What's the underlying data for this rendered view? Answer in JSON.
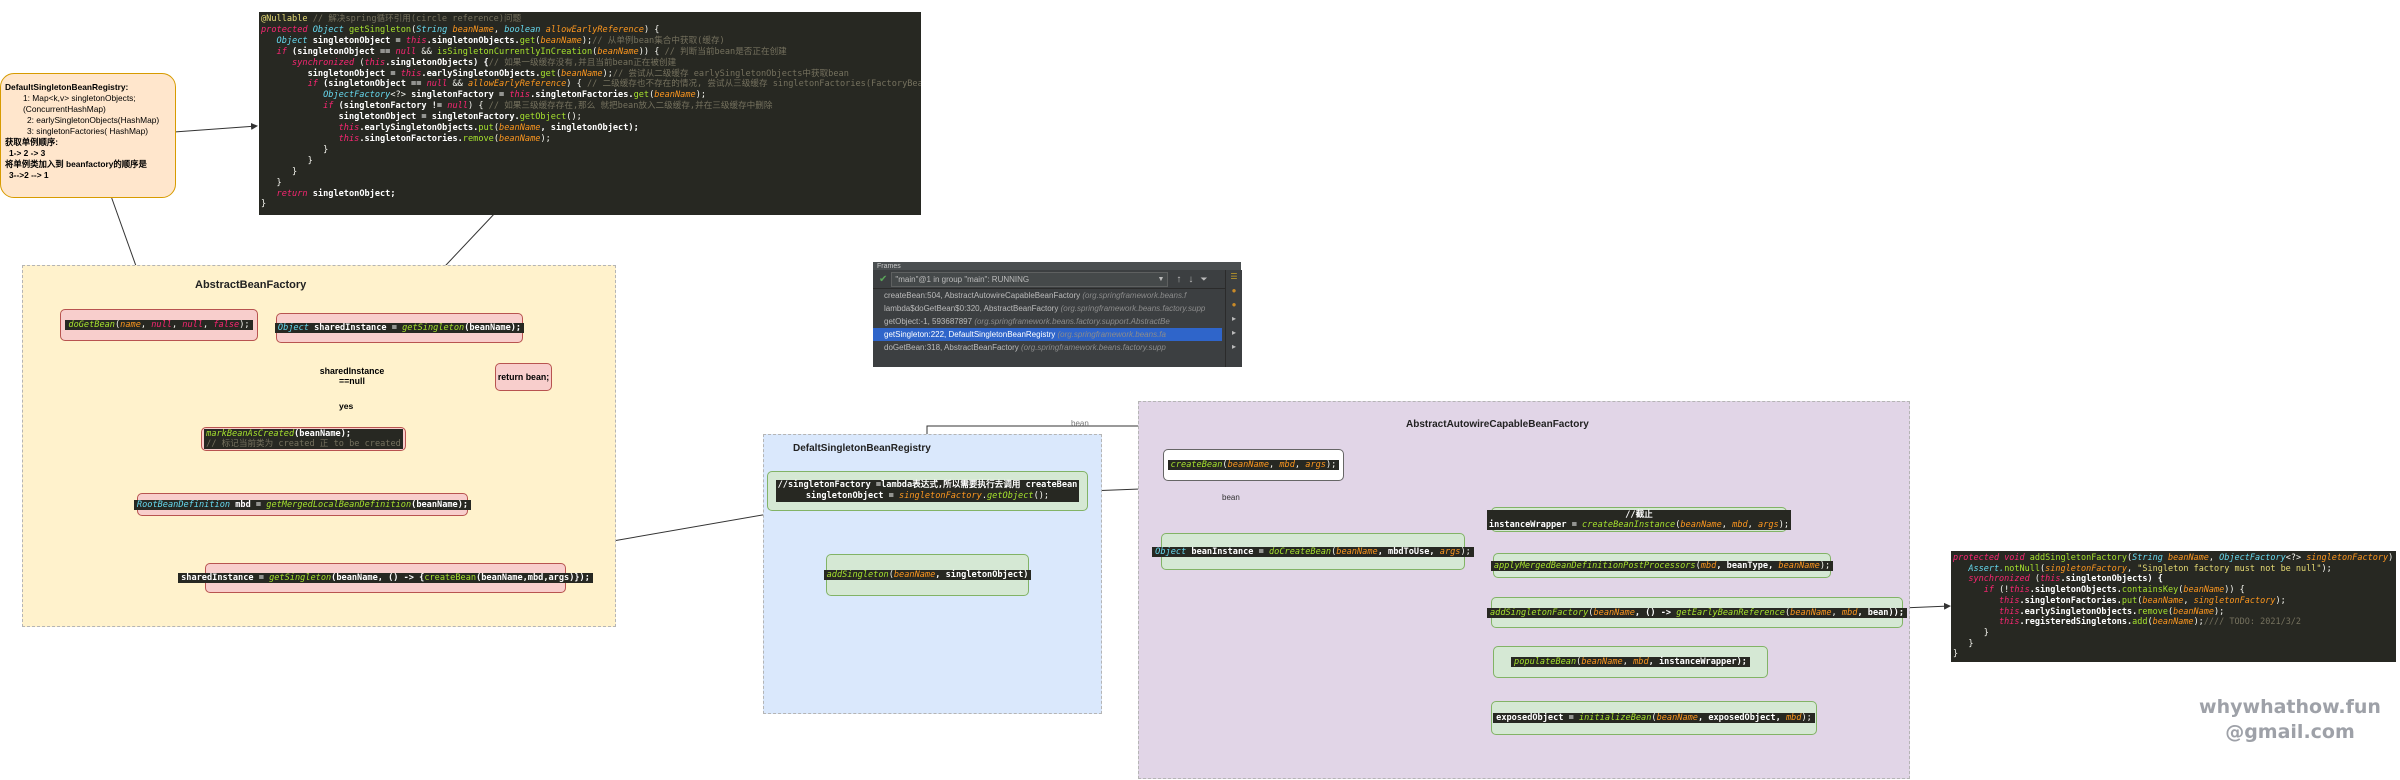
{
  "colors": {
    "code_bg": "#272822",
    "region_abstract_bean_factory": "#fff2cc",
    "region_default_singleton": "#dae8fc",
    "region_autowire": "#e1d5e7",
    "node_green": "#d5e8d4",
    "node_pink": "#f8cecc",
    "note_orange": "#ffe6cc",
    "debugger_bg": "#3c3f41",
    "debugger_selected": "#2f65ca"
  },
  "top_code": {
    "lines": [
      [
        {
          "t": "@Nullable",
          "c": "an"
        },
        {
          "t": " // 解决spring循环引用(circle reference)问题",
          "c": "cm"
        }
      ],
      [
        {
          "t": "protected ",
          "c": "kw"
        },
        {
          "t": "Object ",
          "c": "ty"
        },
        {
          "t": "getSingleton",
          "c": "fn"
        },
        {
          "t": "(",
          "c": ""
        },
        {
          "t": "String ",
          "c": "ty"
        },
        {
          "t": "beanName",
          "c": "pa"
        },
        {
          "t": ", ",
          "c": ""
        },
        {
          "t": "boolean ",
          "c": "ty"
        },
        {
          "t": "allowEarlyReference",
          "c": "pa"
        },
        {
          "t": ") {",
          "c": ""
        }
      ],
      [
        {
          "t": "   Object ",
          "c": "ty"
        },
        {
          "t": "singletonObject = ",
          "c": "wb"
        },
        {
          "t": "this",
          "c": "kw"
        },
        {
          "t": ".singletonObjects.",
          "c": "wb"
        },
        {
          "t": "get",
          "c": "fn"
        },
        {
          "t": "(",
          "c": ""
        },
        {
          "t": "beanName",
          "c": "pa"
        },
        {
          "t": ");",
          "c": ""
        },
        {
          "t": "// 从单例bean集合中获取(缓存)",
          "c": "cm"
        }
      ],
      [
        {
          "t": "   if ",
          "c": "kw"
        },
        {
          "t": "(singletonObject == ",
          "c": "wb"
        },
        {
          "t": "null",
          "c": "kw"
        },
        {
          "t": " && ",
          "c": ""
        },
        {
          "t": "isSingletonCurrentlyInCreation",
          "c": "fn"
        },
        {
          "t": "(",
          "c": ""
        },
        {
          "t": "beanName",
          "c": "pa"
        },
        {
          "t": ")) { ",
          "c": ""
        },
        {
          "t": "// 判断当前bean是否正在创建",
          "c": "cm"
        }
      ],
      [
        {
          "t": "      synchronized ",
          "c": "kw"
        },
        {
          "t": "(",
          "c": ""
        },
        {
          "t": "this",
          "c": "kw"
        },
        {
          "t": ".singletonObjects) {",
          "c": "wb"
        },
        {
          "t": "// 如果一级缓存没有,并且当前bean正在被创建",
          "c": "cm"
        }
      ],
      [
        {
          "t": "         singletonObject = ",
          "c": "wb"
        },
        {
          "t": "this",
          "c": "kw"
        },
        {
          "t": ".earlySingletonObjects.",
          "c": "wb"
        },
        {
          "t": "get",
          "c": "fn"
        },
        {
          "t": "(",
          "c": ""
        },
        {
          "t": "beanName",
          "c": "pa"
        },
        {
          "t": ");",
          "c": ""
        },
        {
          "t": "// 尝试从二级缓存 earlySingletonObjects中获取bean",
          "c": "cm"
        }
      ],
      [
        {
          "t": "         if ",
          "c": "kw"
        },
        {
          "t": "(singletonObject == ",
          "c": "wb"
        },
        {
          "t": "null",
          "c": "kw"
        },
        {
          "t": " && ",
          "c": ""
        },
        {
          "t": "allowEarlyReference",
          "c": "pa"
        },
        {
          "t": ") { ",
          "c": ""
        },
        {
          "t": "// 二级缓存也不存在的情况, 尝试从三级缓存 singletonFactories(FactoryBean)中获取",
          "c": "cm"
        }
      ],
      [
        {
          "t": "            ObjectFactory",
          "c": "ty"
        },
        {
          "t": "<?> ",
          "c": ""
        },
        {
          "t": "singletonFactory = ",
          "c": "wb"
        },
        {
          "t": "this",
          "c": "kw"
        },
        {
          "t": ".singletonFactories.",
          "c": "wb"
        },
        {
          "t": "get",
          "c": "fn"
        },
        {
          "t": "(",
          "c": ""
        },
        {
          "t": "beanName",
          "c": "pa"
        },
        {
          "t": ");",
          "c": ""
        }
      ],
      [
        {
          "t": "            if ",
          "c": "kw"
        },
        {
          "t": "(singletonFactory != ",
          "c": "wb"
        },
        {
          "t": "null",
          "c": "kw"
        },
        {
          "t": ") { ",
          "c": ""
        },
        {
          "t": "// 如果三级缓存存在,那么 就把bean放入二级缓存,并在三级缓存中删除",
          "c": "cm"
        }
      ],
      [
        {
          "t": "               singletonObject = singletonFactory.",
          "c": "wb"
        },
        {
          "t": "getObject",
          "c": "fn"
        },
        {
          "t": "();",
          "c": ""
        }
      ],
      [
        {
          "t": "               this",
          "c": "kw"
        },
        {
          "t": ".earlySingletonObjects.",
          "c": "wb"
        },
        {
          "t": "put",
          "c": "fn"
        },
        {
          "t": "(",
          "c": ""
        },
        {
          "t": "beanName",
          "c": "pa"
        },
        {
          "t": ", singletonObject);",
          "c": "wb"
        }
      ],
      [
        {
          "t": "               this",
          "c": "kw"
        },
        {
          "t": ".singletonFactories.",
          "c": "wb"
        },
        {
          "t": "remove",
          "c": "fn"
        },
        {
          "t": "(",
          "c": ""
        },
        {
          "t": "beanName",
          "c": "pa"
        },
        {
          "t": ");",
          "c": ""
        }
      ],
      [
        {
          "t": "            }",
          "c": ""
        }
      ],
      [
        {
          "t": "         }",
          "c": ""
        }
      ],
      [
        {
          "t": "      }",
          "c": ""
        }
      ],
      [
        {
          "t": "   }",
          "c": ""
        }
      ],
      [
        {
          "t": "   return ",
          "c": "kw"
        },
        {
          "t": "singletonObject;",
          "c": "wb"
        }
      ],
      [
        {
          "t": "}",
          "c": ""
        }
      ]
    ]
  },
  "right_code": {
    "lines": [
      [
        {
          "t": "protected ",
          "c": "kw"
        },
        {
          "t": "void ",
          "c": "kw"
        },
        {
          "t": "addSingletonFactory",
          "c": "fn"
        },
        {
          "t": "(",
          "c": ""
        },
        {
          "t": "String ",
          "c": "ty"
        },
        {
          "t": "beanName",
          "c": "pa"
        },
        {
          "t": ", ",
          "c": ""
        },
        {
          "t": "ObjectFactory",
          "c": "ty"
        },
        {
          "t": "<?> ",
          "c": ""
        },
        {
          "t": "singletonFactory",
          "c": "pa"
        },
        {
          "t": ") {",
          "c": ""
        }
      ],
      [
        {
          "t": "   Assert.",
          "c": "ty"
        },
        {
          "t": "notNull",
          "c": "fn"
        },
        {
          "t": "(",
          "c": ""
        },
        {
          "t": "singletonFactory",
          "c": "pa"
        },
        {
          "t": ", ",
          "c": ""
        },
        {
          "t": "\"Singleton factory must not be null\"",
          "c": "st"
        },
        {
          "t": ");",
          "c": ""
        }
      ],
      [
        {
          "t": "   synchronized ",
          "c": "kw"
        },
        {
          "t": "(",
          "c": ""
        },
        {
          "t": "this",
          "c": "kw"
        },
        {
          "t": ".singletonObjects) {",
          "c": "wb"
        }
      ],
      [
        {
          "t": "      if ",
          "c": "kw"
        },
        {
          "t": "(!",
          "c": ""
        },
        {
          "t": "this",
          "c": "kw"
        },
        {
          "t": ".singletonObjects.",
          "c": "wb"
        },
        {
          "t": "containsKey",
          "c": "fn"
        },
        {
          "t": "(",
          "c": ""
        },
        {
          "t": "beanName",
          "c": "pa"
        },
        {
          "t": ")) {",
          "c": ""
        }
      ],
      [
        {
          "t": "         this",
          "c": "kw"
        },
        {
          "t": ".singletonFactories.",
          "c": "wb"
        },
        {
          "t": "put",
          "c": "fn"
        },
        {
          "t": "(",
          "c": ""
        },
        {
          "t": "beanName",
          "c": "pa"
        },
        {
          "t": ", ",
          "c": ""
        },
        {
          "t": "singletonFactory",
          "c": "pa"
        },
        {
          "t": ");",
          "c": ""
        }
      ],
      [
        {
          "t": "         this",
          "c": "kw"
        },
        {
          "t": ".earlySingletonObjects.",
          "c": "wb"
        },
        {
          "t": "remove",
          "c": "fn"
        },
        {
          "t": "(",
          "c": ""
        },
        {
          "t": "beanName",
          "c": "pa"
        },
        {
          "t": ");",
          "c": ""
        }
      ],
      [
        {
          "t": "         this",
          "c": "kw"
        },
        {
          "t": ".registeredSingletons.",
          "c": "wb"
        },
        {
          "t": "add",
          "c": "fn"
        },
        {
          "t": "(",
          "c": ""
        },
        {
          "t": "beanName",
          "c": "pa"
        },
        {
          "t": ");",
          "c": ""
        },
        {
          "t": "//// TODO: 2021/3/2",
          "c": "cm"
        }
      ],
      [
        {
          "t": "      }",
          "c": ""
        }
      ],
      [
        {
          "t": "   }",
          "c": ""
        }
      ],
      [
        {
          "t": "}",
          "c": ""
        }
      ]
    ]
  },
  "note": {
    "title": "DefaultSingletonBeanRegistry:",
    "line1": "1:  Map<k,v> singletonObjects;",
    "line1b": "(ConcurrentHashMap)",
    "line2": "2: earlySingletonObjects(HashMap)",
    "line3": "3: singletonFactories( HashMap)",
    "order_title": "获取单例顺序:",
    "order": "1-> 2 -> 3",
    "put_title": "将单例类加入到 beanfactory的顺序是",
    "put_order": "3-->2 --> 1"
  },
  "abstract_bean_factory": {
    "title": "AbstractBeanFactory",
    "do_get_bean": [
      {
        "t": "doGetBean",
        "c": "fn it"
      },
      {
        "t": "(",
        "c": ""
      },
      {
        "t": "name",
        "c": "pa"
      },
      {
        "t": ", ",
        "c": ""
      },
      {
        "t": "null",
        "c": "kw"
      },
      {
        "t": ", ",
        "c": ""
      },
      {
        "t": "null",
        "c": "kw"
      },
      {
        "t": ", ",
        "c": ""
      },
      {
        "t": "false",
        "c": "kw"
      },
      {
        "t": ");",
        "c": ""
      }
    ],
    "shared_instance_1": [
      {
        "t": "Object ",
        "c": "ty"
      },
      {
        "t": "sharedInstance = ",
        "c": "wb"
      },
      {
        "t": "getSingleton",
        "c": "fn it"
      },
      {
        "t": "(beanName);",
        "c": "wb"
      }
    ],
    "decision_label": "sharedInstance\n==null",
    "yes_label": "yes",
    "return_bean": "return bean;",
    "mark_created": [
      {
        "t": "markBeanAsCreated",
        "c": "fn it"
      },
      {
        "t": "(beanName);",
        "c": "wb"
      }
    ],
    "mark_created_comment": "// 标记当前类为 created 正 to be created",
    "merged_def": [
      {
        "t": "RootBeanDefinition ",
        "c": "ty"
      },
      {
        "t": "mbd = ",
        "c": "wb"
      },
      {
        "t": "getMergedLocalBeanDefinition",
        "c": "fn it"
      },
      {
        "t": "(beanName);",
        "c": "wb"
      }
    ],
    "shared_instance_2": [
      {
        "t": "sharedInstance = ",
        "c": "wb"
      },
      {
        "t": "getSingleton",
        "c": "fn it"
      },
      {
        "t": "(beanName, () -> {",
        "c": "wb"
      },
      {
        "t": "createBean",
        "c": "fn"
      },
      {
        "t": "(beanName,mbd,args)});",
        "c": "wb"
      }
    ]
  },
  "default_singleton_registry": {
    "title": "DefaltSingletonBeanRegistry",
    "factory_line1": "//singletonFactory =lambda表达式,所以需要执行去调用 createBean",
    "factory_line2": [
      {
        "t": "singletonObject = ",
        "c": "wb"
      },
      {
        "t": "singletonFactory",
        "c": "pa"
      },
      {
        "t": ".",
        "c": ""
      },
      {
        "t": "getObject",
        "c": "fn it"
      },
      {
        "t": "();",
        "c": ""
      }
    ],
    "add_singleton": [
      {
        "t": "addSingleton",
        "c": "fn it"
      },
      {
        "t": "(",
        "c": ""
      },
      {
        "t": "beanName",
        "c": "pa"
      },
      {
        "t": ", singletonObject)",
        "c": "wb"
      }
    ]
  },
  "autowire_factory": {
    "title": "AbstractAutowireCapableBeanFactory",
    "create_bean": [
      {
        "t": "createBean",
        "c": "fn it"
      },
      {
        "t": "(",
        "c": ""
      },
      {
        "t": "beanName",
        "c": "pa"
      },
      {
        "t": ", ",
        "c": ""
      },
      {
        "t": "mbd",
        "c": "pa"
      },
      {
        "t": ", ",
        "c": ""
      },
      {
        "t": "args",
        "c": "pa"
      },
      {
        "t": ");",
        "c": ""
      }
    ],
    "do_create_bean": [
      {
        "t": "Object ",
        "c": "ty"
      },
      {
        "t": "beanInstance = ",
        "c": "wb"
      },
      {
        "t": "doCreateBean",
        "c": "fn it"
      },
      {
        "t": "(",
        "c": ""
      },
      {
        "t": "beanName",
        "c": "pa"
      },
      {
        "t": ", mbdToUse, ",
        "c": "wb"
      },
      {
        "t": "args",
        "c": "pa"
      },
      {
        "t": ");",
        "c": ""
      }
    ],
    "instance_comment": "//截止",
    "instance_wrapper": [
      {
        "t": "instanceWrapper = ",
        "c": "wb"
      },
      {
        "t": "createBeanInstance",
        "c": "fn it"
      },
      {
        "t": "(",
        "c": ""
      },
      {
        "t": "beanName",
        "c": "pa"
      },
      {
        "t": ", ",
        "c": ""
      },
      {
        "t": "mbd",
        "c": "pa"
      },
      {
        "t": ", ",
        "c": ""
      },
      {
        "t": "args",
        "c": "pa"
      },
      {
        "t": ");",
        "c": ""
      }
    ],
    "apply_post": [
      {
        "t": "applyMergedBeanDefinitionPostProcessors",
        "c": "fn it"
      },
      {
        "t": "(",
        "c": ""
      },
      {
        "t": "mbd",
        "c": "pa"
      },
      {
        "t": ", beanType, ",
        "c": "wb"
      },
      {
        "t": "beanName",
        "c": "pa"
      },
      {
        "t": ");",
        "c": ""
      }
    ],
    "add_factory": [
      {
        "t": "addSingletonFactory",
        "c": "fn it"
      },
      {
        "t": "(",
        "c": ""
      },
      {
        "t": "beanName",
        "c": "pa"
      },
      {
        "t": ", () -> ",
        "c": "wb"
      },
      {
        "t": "getEarlyBeanReference",
        "c": "fn it"
      },
      {
        "t": "(",
        "c": ""
      },
      {
        "t": "beanName",
        "c": "pa"
      },
      {
        "t": ", ",
        "c": ""
      },
      {
        "t": "mbd",
        "c": "pa"
      },
      {
        "t": ", bean));",
        "c": "wb"
      }
    ],
    "populate": [
      {
        "t": "populateBean",
        "c": "fn it"
      },
      {
        "t": "(",
        "c": ""
      },
      {
        "t": "beanName",
        "c": "pa"
      },
      {
        "t": ", ",
        "c": ""
      },
      {
        "t": "mbd",
        "c": "pa"
      },
      {
        "t": ", instanceWrapper);",
        "c": "wb"
      }
    ],
    "exposed": [
      {
        "t": "exposedObject = ",
        "c": "wb"
      },
      {
        "t": "initializeBean",
        "c": "fn it"
      },
      {
        "t": "(",
        "c": ""
      },
      {
        "t": "beanName",
        "c": "pa"
      },
      {
        "t": ", exposedObject, ",
        "c": "wb"
      },
      {
        "t": "mbd",
        "c": "pa"
      },
      {
        "t": ");",
        "c": ""
      }
    ]
  },
  "edge_labels": {
    "bean_top": "bean",
    "bean_mid": "bean"
  },
  "debugger": {
    "header": "Frames",
    "thread": "\"main\"@1 in group \"main\": RUNNING",
    "frames": [
      {
        "method": "createBean:504, AbstractAutowireCapableBeanFactory",
        "cls": "(org.springframework.beans.f",
        "selected": false
      },
      {
        "method": "lambda$doGetBean$0:320, AbstractBeanFactory",
        "cls": "(org.springframework.beans.factory.supp",
        "selected": false
      },
      {
        "method": "getObject:-1, 593687897",
        "cls": "(org.springframework.beans.factory.support.AbstractBe",
        "selected": false
      },
      {
        "method": "getSingleton:222, DefaultSingletonBeanRegistry",
        "cls": "(org.springframework.beans.fa",
        "selected": true
      },
      {
        "method": "doGetBean:318, AbstractBeanFactory",
        "cls": "(org.springframework.beans.factory.supp",
        "selected": false
      }
    ]
  },
  "watermark": {
    "line1": "whywhathow.fun",
    "line2": "@gmail.com"
  }
}
